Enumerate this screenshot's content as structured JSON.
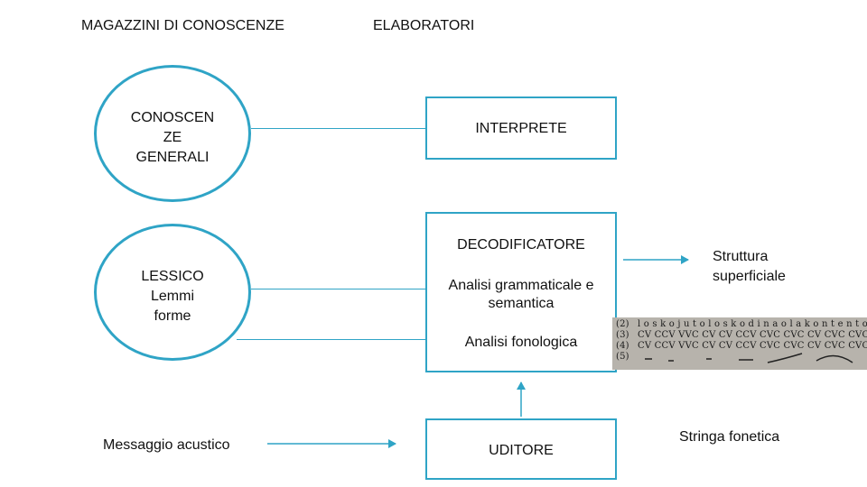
{
  "headers": {
    "stores": "MAGAZZINI DI CONOSCENZE",
    "processors": "ELABORATORI"
  },
  "circles": {
    "general": [
      "CONOSCEN",
      "ZE",
      "GENERALI"
    ],
    "lexicon": [
      "LESSICO",
      "Lemmi",
      "forme"
    ]
  },
  "boxes": {
    "interpreter": "INTERPRETE",
    "decoder": {
      "title": "DECODIFICATORE",
      "grammatical": [
        "Analisi grammaticale e",
        "semantica"
      ],
      "phonological": "Analisi fonologica"
    },
    "listener": "UDITORE"
  },
  "labels": {
    "acoustic_message": "Messaggio acustico",
    "surface_structure": [
      "Struttura",
      "superficiale"
    ],
    "phonetic_string": "Stringa fonetica"
  },
  "phonetic_image": {
    "row_numbers": [
      "(2)",
      "(3)",
      "(4)",
      "(5)"
    ],
    "rows": [
      "l o s k o j u t o l o s k o d i n a o l a k o n t e n t o",
      "CV CCV VVC CV CV CCV CVC CVC CV CVC CVC CV",
      "CV CCV VVC CV CV CCV CVC CVC CV CVC CVC CV"
    ]
  },
  "colors": {
    "accent": "#2fa4c6"
  }
}
